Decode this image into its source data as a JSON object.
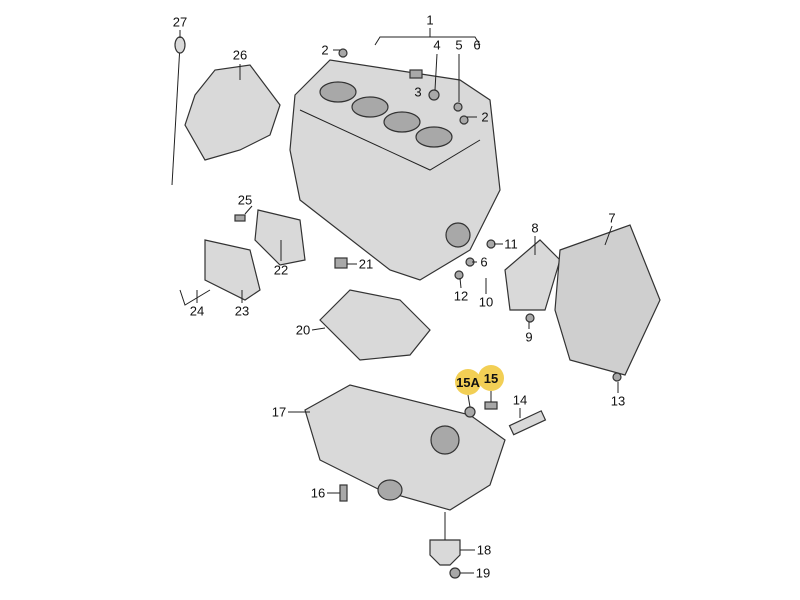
{
  "diagram": {
    "highlight_color": "#f2cf55",
    "labels": {
      "l27": "27",
      "l26": "26",
      "l1": "1",
      "l2a": "2",
      "l4": "4",
      "l5": "5",
      "l6a": "6",
      "l3": "3",
      "l2b": "2",
      "l25": "25",
      "l8": "8",
      "l7": "7",
      "l11": "11",
      "l6b": "6",
      "l21": "21",
      "l22": "22",
      "l12": "12",
      "l10": "10",
      "l24": "24",
      "l23": "23",
      "l9": "9",
      "l20": "20",
      "l15a": "15A",
      "l15": "15",
      "l14": "14",
      "l13": "13",
      "l17": "17",
      "l16": "16",
      "l18": "18",
      "l19": "19"
    }
  }
}
